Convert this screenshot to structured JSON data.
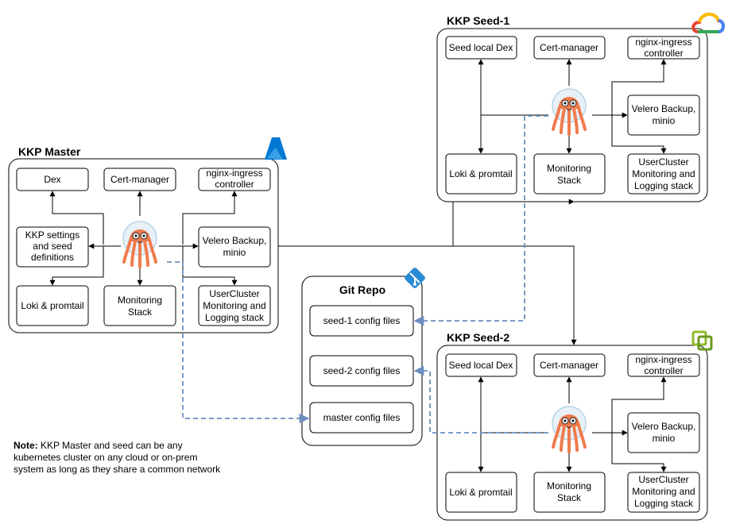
{
  "master": {
    "title": "KKP Master",
    "dex": "Dex",
    "cert_manager": "Cert-manager",
    "nginx": [
      "nginx-ingress",
      "controller"
    ],
    "settings": [
      "KKP settings",
      "and seed",
      "definitions"
    ],
    "velero": [
      "Velero Backup,",
      "minio"
    ],
    "loki": "Loki & promtail",
    "monitoring": [
      "Monitoring",
      "Stack"
    ],
    "usercluster": [
      "UserCluster",
      "Monitoring and",
      "Logging stack"
    ],
    "cloud_icon": "azure-logo"
  },
  "seed1": {
    "title": "KKP Seed-1",
    "dex": "Seed local Dex",
    "cert_manager": "Cert-manager",
    "nginx": [
      "nginx-ingress",
      "controller"
    ],
    "velero": [
      "Velero Backup,",
      "minio"
    ],
    "loki": "Loki & promtail",
    "monitoring": [
      "Monitoring",
      "Stack"
    ],
    "usercluster": [
      "UserCluster",
      "Monitoring and",
      "Logging stack"
    ],
    "cloud_icon": "google-cloud-logo"
  },
  "seed2": {
    "title": "KKP Seed-2",
    "dex": "Seed local Dex",
    "cert_manager": "Cert-manager",
    "nginx": [
      "nginx-ingress",
      "controller"
    ],
    "velero": [
      "Velero Backup,",
      "minio"
    ],
    "loki": "Loki & promtail",
    "monitoring": [
      "Monitoring",
      "Stack"
    ],
    "usercluster": [
      "UserCluster",
      "Monitoring and",
      "Logging stack"
    ],
    "cloud_icon": "vmware-logo"
  },
  "git": {
    "title": "Git Repo",
    "seed1_files": "seed-1 config files",
    "seed2_files": "seed-2 config files",
    "master_files": "master config files",
    "icon": "git-logo"
  },
  "note": {
    "label": "Note:",
    "line1": " KKP Master and seed can be any",
    "line2": "kubernetes cluster on any cloud or on-prem",
    "line3": "system as long as they share a common network"
  },
  "colors": {
    "sync_line": "#6c8ebf",
    "argo_orange": "#ef7b4d",
    "azure_blue": "#0078d4",
    "git_blue": "#2a8ad4",
    "vmware_green": "#8fbb2b"
  }
}
